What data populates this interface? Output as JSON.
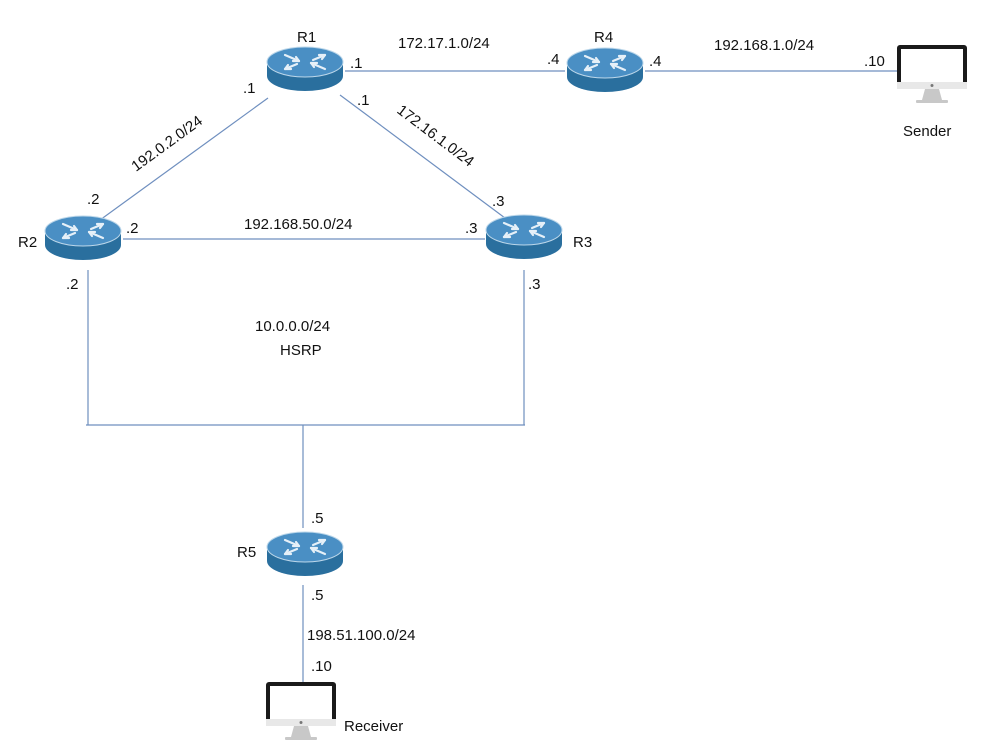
{
  "colors": {
    "link": "#6f8fbf",
    "router_top": "#4a8fc4",
    "router_side": "#2a6f9e",
    "router_rim": "#bcd7ea",
    "router_arrow": "#e6f0f8",
    "monitor_frame": "#1a1a1a",
    "monitor_screen": "#ffffff",
    "monitor_stand": "#c8c8c8",
    "text": "#111111"
  },
  "routers": {
    "r1": {
      "name": "R1",
      "icon": "router-icon"
    },
    "r2": {
      "name": "R2",
      "icon": "router-icon"
    },
    "r3": {
      "name": "R3",
      "icon": "router-icon"
    },
    "r4": {
      "name": "R4",
      "icon": "router-icon"
    },
    "r5": {
      "name": "R5",
      "icon": "router-icon"
    }
  },
  "hosts": {
    "sender": {
      "name": "Sender",
      "icon": "desktop-monitor-icon"
    },
    "receiver": {
      "name": "Receiver",
      "icon": "desktop-monitor-icon"
    }
  },
  "networks": {
    "r1_r4": "172.17.1.0/24",
    "r4_sender": "192.168.1.0/24",
    "r1_r2": "192.0.2.0/24",
    "r1_r3": "172.16.1.0/24",
    "r2_r3": "192.168.50.0/24",
    "lan": "10.0.0.0/24",
    "lan_protocol": "HSRP",
    "r5_receiver": "198.51.100.0/24"
  },
  "interfaces": {
    "r1_to_r4": ".1",
    "r4_to_r1": ".4",
    "r4_to_sender": ".4",
    "sender": ".10",
    "r1_to_r2": ".1",
    "r1_to_r3": ".1",
    "r2_to_r1": ".2",
    "r2_to_r3": ".2",
    "r3_to_r2": ".3",
    "r3_to_r1": ".3",
    "r2_to_lan": ".2",
    "r3_to_lan": ".3",
    "r5_to_lan": ".5",
    "r5_to_receiver": ".5",
    "receiver": ".10"
  }
}
